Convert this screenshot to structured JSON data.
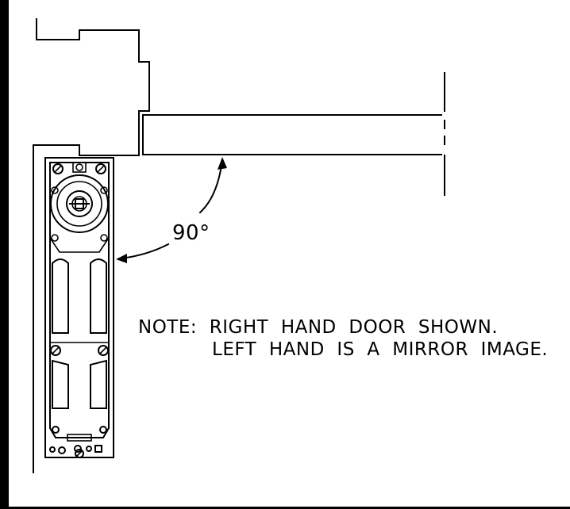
{
  "diagram": {
    "angle_label": "90°",
    "note_line1": "NOTE:  RIGHT  HAND  DOOR  SHOWN.",
    "note_line2": "LEFT  HAND  IS  A  MIRROR  IMAGE."
  }
}
